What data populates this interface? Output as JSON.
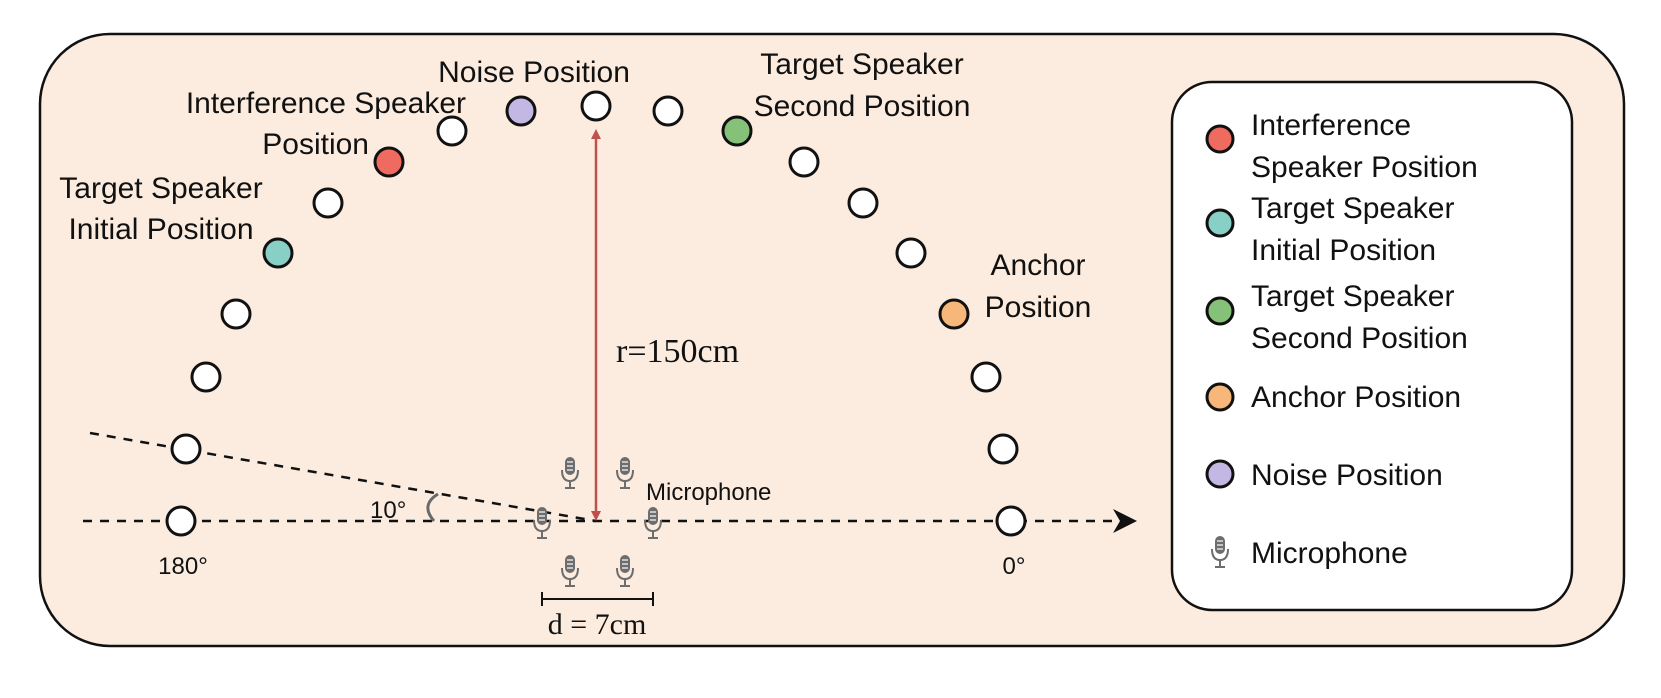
{
  "colors": {
    "panel_bg": "#fbecdf",
    "interference": "#f06b5f",
    "target_initial": "#88cfc6",
    "target_second": "#86c17a",
    "anchor": "#f7b77a",
    "noise": "#c3b8e3",
    "empty": "#ffffff",
    "radius_line": "#c0504d",
    "mic": "#6d6d6d"
  },
  "labels": {
    "noise_position": "Noise Position",
    "interference_line1": "Interference Speaker",
    "interference_line2": "Position",
    "target_initial_line1": "Target Speaker",
    "target_initial_line2": "Initial Position",
    "target_second_line1": "Target Speaker",
    "target_second_line2": "Second Position",
    "anchor_line1": "Anchor",
    "anchor_line2": "Position",
    "radius": "r=150cm",
    "microphone": "Microphone",
    "tilt_angle": "10°",
    "angle_180": "180°",
    "angle_0": "0°",
    "mic_spacing": "d = 7cm"
  },
  "legend": [
    {
      "key": "interference",
      "line1": "Interference",
      "line2": "Speaker Position"
    },
    {
      "key": "target_initial",
      "line1": "Target Speaker",
      "line2": "Initial Position"
    },
    {
      "key": "target_second",
      "line1": "Target Speaker",
      "line2": "Second Position"
    },
    {
      "key": "anchor",
      "line1": "Anchor Position",
      "line2": ""
    },
    {
      "key": "noise",
      "line1": "Noise Position",
      "line2": ""
    },
    {
      "key": "mic",
      "line1": "Microphone",
      "line2": ""
    }
  ]
}
